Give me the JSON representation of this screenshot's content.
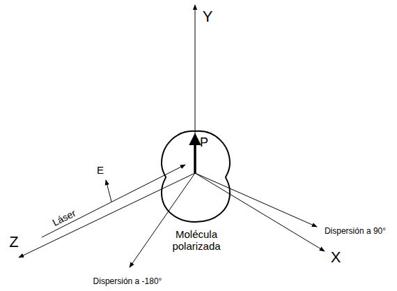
{
  "diagram": {
    "nodes": [
      {
        "text": [
          "P",
          "Molécula polarizada"
        ]
      }
    ],
    "labels": [
      "Y",
      "Z",
      "X",
      "Láser",
      "E",
      "Dispersión a 90°",
      "Dispersión a -180°"
    ]
  }
}
